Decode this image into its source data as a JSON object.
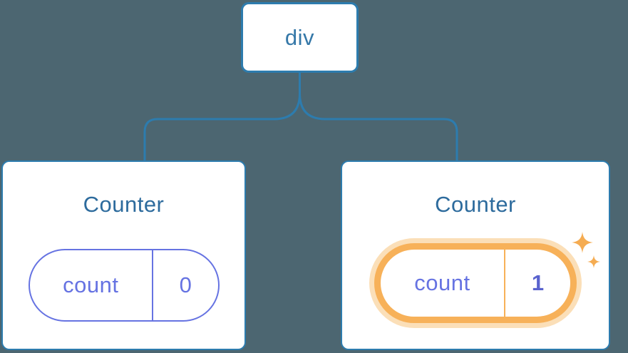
{
  "diagram": {
    "type": "component-tree",
    "root": {
      "label": "div"
    },
    "children": [
      {
        "title": "Counter",
        "state": {
          "key": "count",
          "value": "0"
        },
        "highlighted": false
      },
      {
        "title": "Counter",
        "state": {
          "key": "count",
          "value": "1"
        },
        "highlighted": true
      }
    ]
  },
  "colors": {
    "background": "#4C6671",
    "line-blue": "#2D7CAE",
    "node-text-blue": "#3578A8",
    "title-blue": "#2D6B9D",
    "state-purple": "#6673E2",
    "state-purple-bold": "#5A63CE",
    "highlight-orange": "#F7B159",
    "highlight-orange-light": "#FBDFB8",
    "sparkle-orange": "#F5AC52",
    "card-white": "#FFFFFF"
  }
}
